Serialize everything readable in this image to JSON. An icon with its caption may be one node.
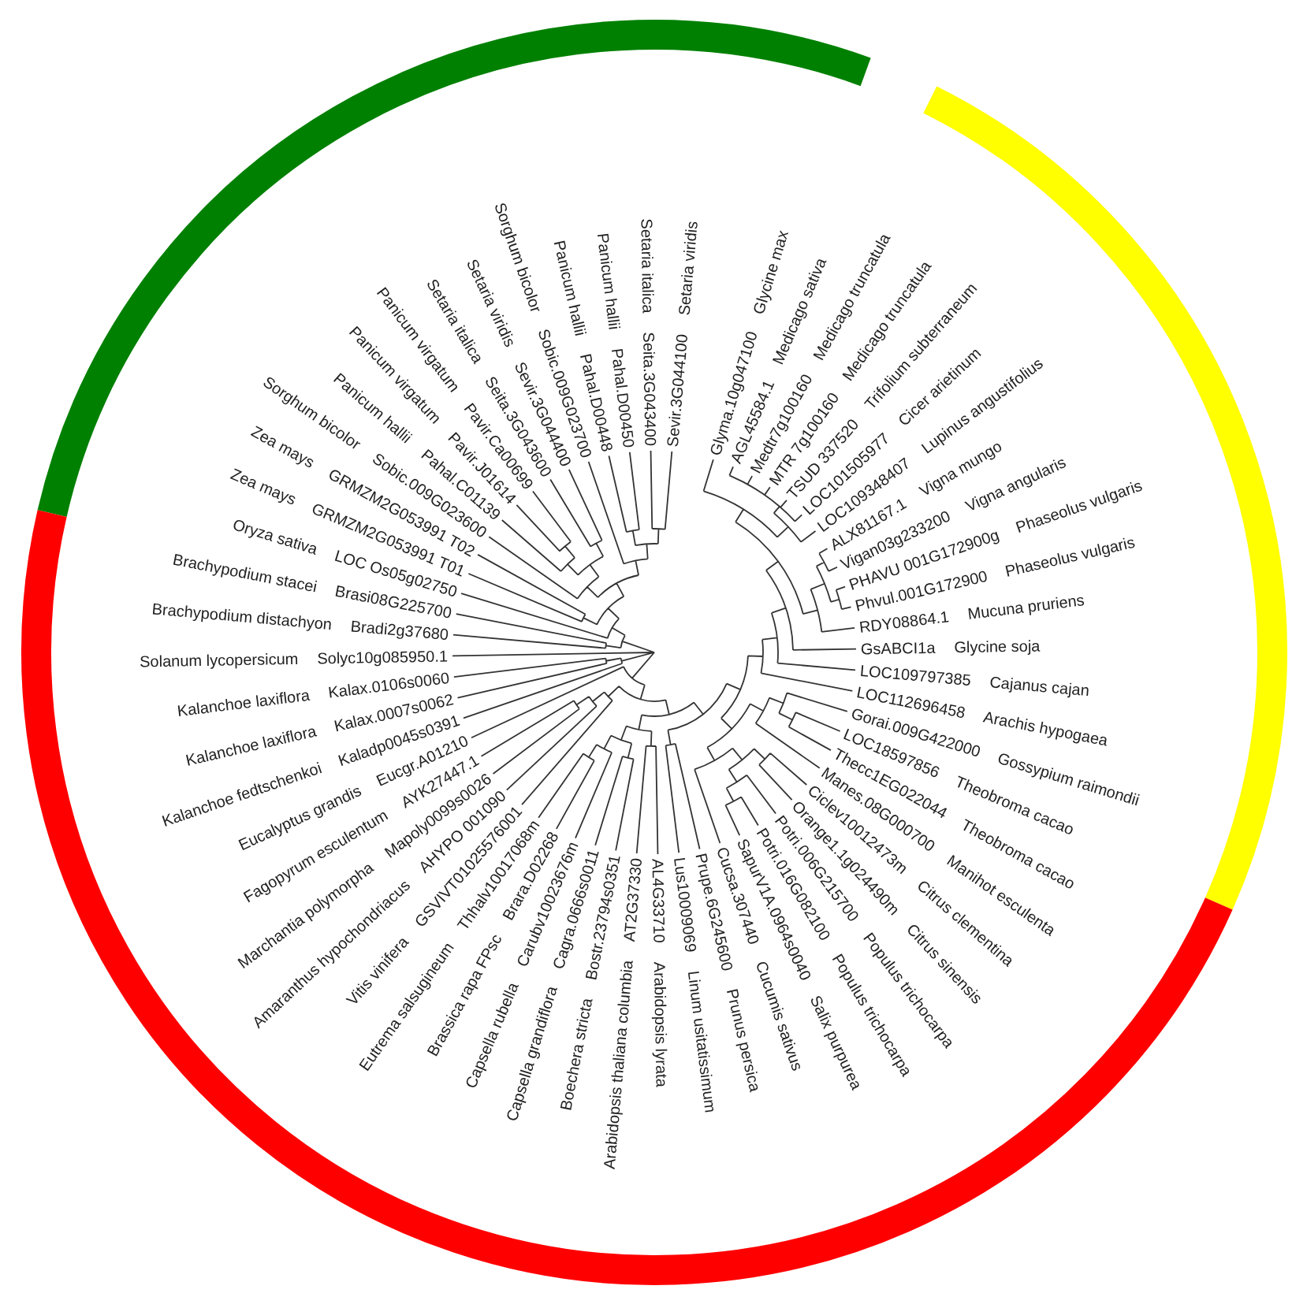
{
  "diagram": {
    "labels": [
      "Glyma.10g047100",
      "Glycine max",
      "AGL45584.1",
      "Medicago sativa",
      "Medtr7g100160",
      "Medicago truncatula",
      "MTR 7g100160",
      "Medicago truncatula",
      "TSUD 337520",
      "Trifolium subterraneum",
      "LOC101505977",
      "Cicer arietinum",
      "LOC109348407",
      "Lupinus angustifolius",
      "ALX81167.1",
      "Vigna mungo",
      "Vigan03g233200",
      "Vigna angularis",
      "PHAVU 001G172900g",
      "Phaseolus vulgaris",
      "Phvul.001G172900",
      "Phaseolus vulgaris",
      "RDY08864.1",
      "Mucuna pruriens",
      "GsABCI1a",
      "Glycine soja",
      "LOC109797385",
      "Cajanus cajan",
      "LOC112696458",
      "Arachis hypogaea",
      "Gorai.009G422000",
      "Gossypium raimondii",
      "LOC18597856",
      "Theobroma cacao",
      "Thecc1EG022044",
      "Theobroma cacao",
      "Manes.08G000700",
      "Manihot esculenta",
      "Ciclev10012473m",
      "Citrus clementina",
      "Orange1.1g024490m",
      "Citrus sinensis",
      "Potri.006G215700",
      "Populus trichocarpa",
      "Potri.016G082100",
      "Populus trichocarpa",
      "SapurV1A.0964s0040",
      "Salix purpurea",
      "Cucsa.307440",
      "Cucumis sativus",
      "Prupe.6G245600",
      "Prunus persica",
      "Lus10009069",
      "Linum usitatissimum",
      "AL4G33710",
      "Arabidopsis lyrata",
      "AT2G37330",
      "Arabidopsis thaliana columbia",
      "Bostr.23794s0351",
      "Boechera stricta",
      "Cagra.0666s0011",
      "Capsella grandiflora",
      "Carubv10023676m",
      "Capsella rubella",
      "Brara.D02268",
      "Brassica rapa FPsc",
      "Thhalv10017068m",
      "Eutrema salsugineum",
      "GSVIVT01025576001",
      "Vitis vinifera",
      "AHYPO 001090",
      "Amaranthus hypochondriacus",
      "Mapoly0099s0026",
      "Marchantia polymorpha",
      "AYK27447.1",
      "Fagopyrum esculentum",
      "Eucgr.A01210",
      "Eucalyptus grandis",
      "Kaladp0045s0391",
      "Kalanchoe fedtschenkoi",
      "Kalax.0007s0062",
      "Kalanchoe laxiflora",
      "Kalax.0106s0060",
      "Kalanchoe laxiflora",
      "Solyc10g085950.1",
      "Solanum lycopersicum",
      "Bradi2g37680",
      "Brachypodium distachyon",
      "Brasi08G225700",
      "Brachypodium stacei",
      "LOC Os05g02750",
      "Oryza sativa",
      "GRMZM2G053991 T01",
      "Zea mays",
      "GRMZM2G053991 T02",
      "Zea mays",
      "Sobic.009G023600",
      "Sorghum bicolor",
      "Pahal.C01139",
      "Panicum hallii",
      "Pavir.J01614",
      "Panicum virgatum",
      "Pavir.Ca00699",
      "Panicum virgatum",
      "Seita.3G043600",
      "Setaria italica",
      "Sevir.3G044400",
      "Setaria viridis",
      "Sobic.009G023700",
      "Sorghum bicolor",
      "Pahal.D00448",
      "Panicum hallii",
      "Pahal.D00450",
      "Panicum hallii",
      "Seita.3G043400",
      "Setaria italica",
      "Sevir.3G044100",
      "Setaria viridis"
    ]
  }
}
